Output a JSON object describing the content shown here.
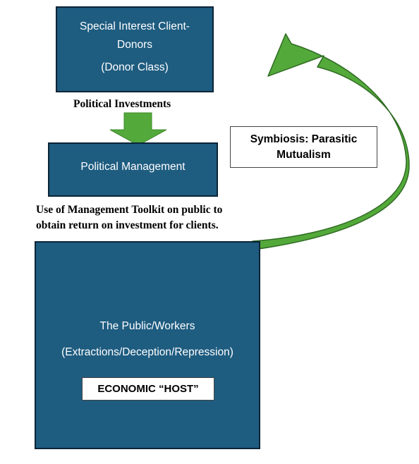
{
  "donors": {
    "line1": "Special Interest Client-",
    "line2": "Donors",
    "sub": "(Donor Class)"
  },
  "investments_label": "Political Investments",
  "management": {
    "label": "Political Management"
  },
  "toolkit_label": {
    "line1": "Use of Management Toolkit on public to",
    "line2": "obtain return on investment for clients."
  },
  "public": {
    "line1": "The Public/Workers",
    "line2": "(Extractions/Deception/Repression)",
    "host_label": "ECONOMIC “HOST”"
  },
  "symbiosis": {
    "line1": "Symbiosis: Parasitic",
    "line2": "Mutualism"
  },
  "colors": {
    "box_fill": "#1e5c80",
    "arrow_green": "#53a93a",
    "arrow_outline": "#2f6b23"
  }
}
